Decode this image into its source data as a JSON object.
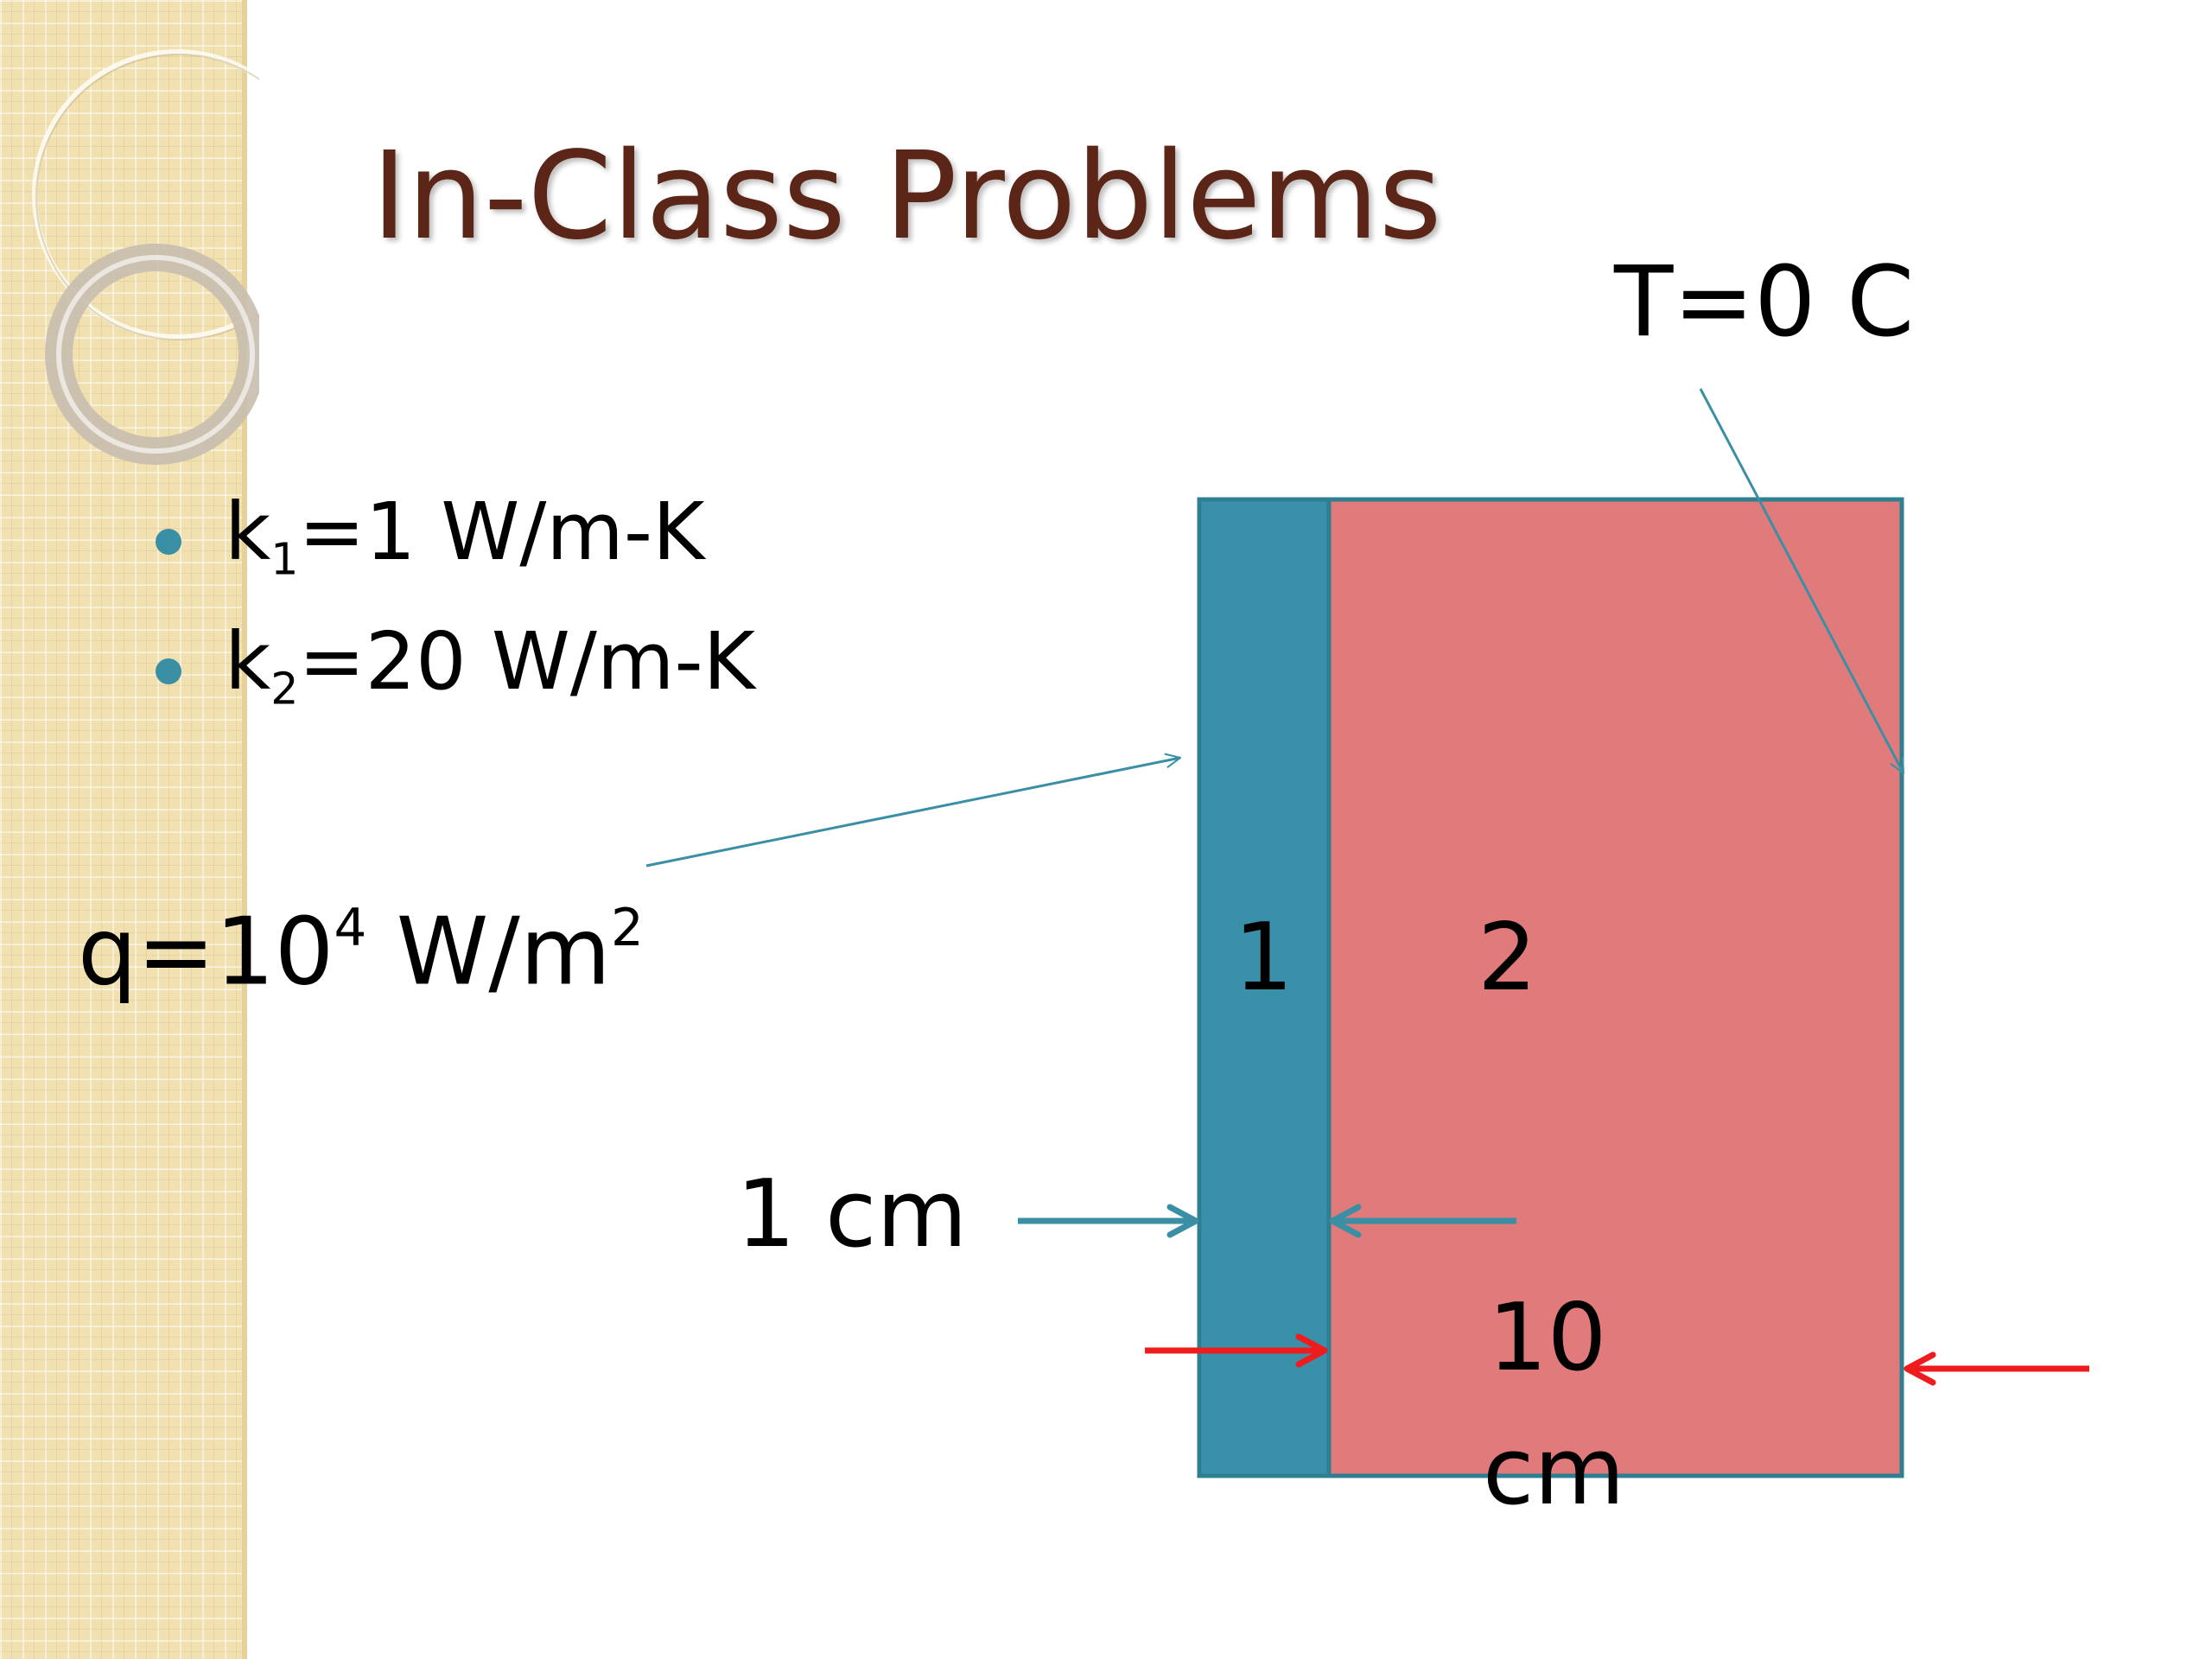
{
  "slide": {
    "title": "In-Class Problems"
  },
  "bullets": [
    {
      "k": "k",
      "sub": "1",
      "rest": "=1 W/m-K"
    },
    {
      "k": "k",
      "sub": "2",
      "rest": "=20 W/m-K"
    }
  ],
  "flux": {
    "prefix": "q=10",
    "exp": "4",
    "unit": " W/m",
    "unit_exp": "2"
  },
  "diagram": {
    "temperature_label": "T=0 C",
    "layer1_label": "1",
    "layer2_label": "2",
    "thickness1_label": "1 cm",
    "thickness2_line1": "10",
    "thickness2_line2": "cm"
  },
  "colors": {
    "title": "#5b2618",
    "layer1_fill": "#3a90a8",
    "layer2_fill": "#e07a7b",
    "outline": "#2e7f91",
    "teal_arrow": "#3b8fa5",
    "red_arrow": "#ee1c1c",
    "bullet_dot": "#3b8fa5"
  }
}
